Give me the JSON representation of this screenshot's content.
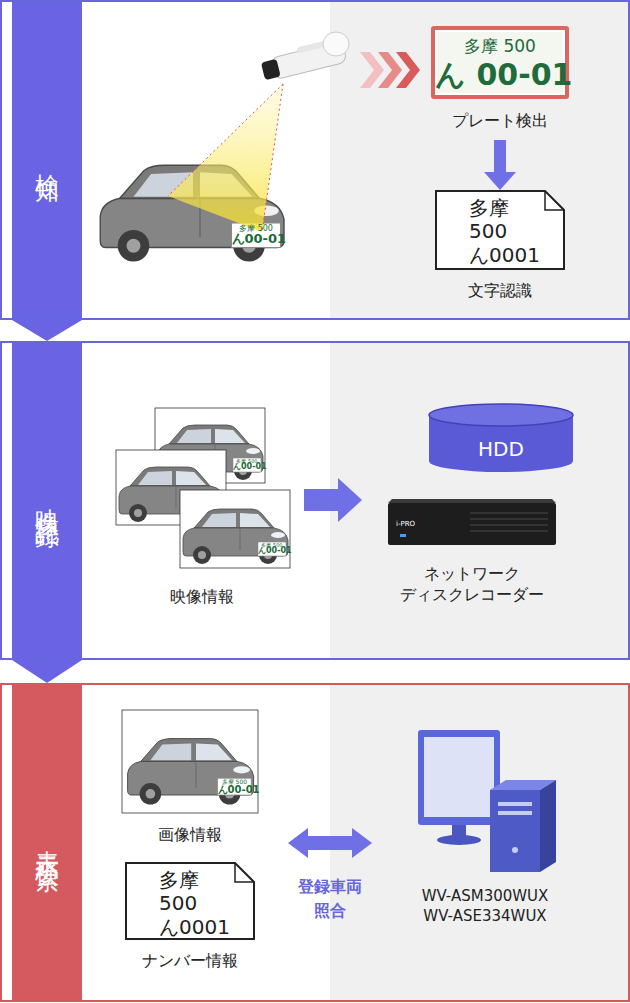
{
  "diagram": {
    "nodes": [
      {
        "text": [
          "検知"
        ]
      },
      {
        "text": [
          "多摩 500",
          "ん 00-01",
          "プレート検出"
        ],
        "in": 0
      },
      {
        "text": [
          "多摩 500 ん0001",
          "文字認識"
        ],
        "in": 0
      },
      {
        "text": [
          "映像記録"
        ]
      },
      {
        "text": [
          "映像情報"
        ],
        "in": 3
      },
      {
        "text": [
          "HDD"
        ],
        "in": 3
      },
      {
        "text": [
          "ネットワーク ディスクレコーダー"
        ],
        "in": 3
      },
      {
        "text": [
          "表示検索"
        ]
      },
      {
        "text": [
          "画像情報"
        ],
        "in": 7
      },
      {
        "text": [
          "多摩 500 ん0001",
          "ナンバー情報"
        ],
        "in": 7
      },
      {
        "text": [
          "WV-ASM300WUX WV-ASE334WUX"
        ],
        "in": 7
      }
    ],
    "edges": [
      {
        "from": 0,
        "to": 3,
        "arrow": "to"
      },
      {
        "from": 3,
        "to": 7,
        "arrow": "to"
      },
      {
        "from": 1,
        "to": 2,
        "arrow": "to"
      },
      {
        "from": 4,
        "to": 6,
        "arrow": "to"
      },
      {
        "from": 8,
        "to": 10,
        "arrow": "both",
        "label": "登録車両 照合"
      }
    ],
    "labels": [
      "多摩 500",
      "ん00-01",
      "多摩 500",
      "ん00-01",
      "多摩 500",
      "ん00-01",
      "i-PRO",
      "多摩 500",
      "ん00-01"
    ]
  }
}
